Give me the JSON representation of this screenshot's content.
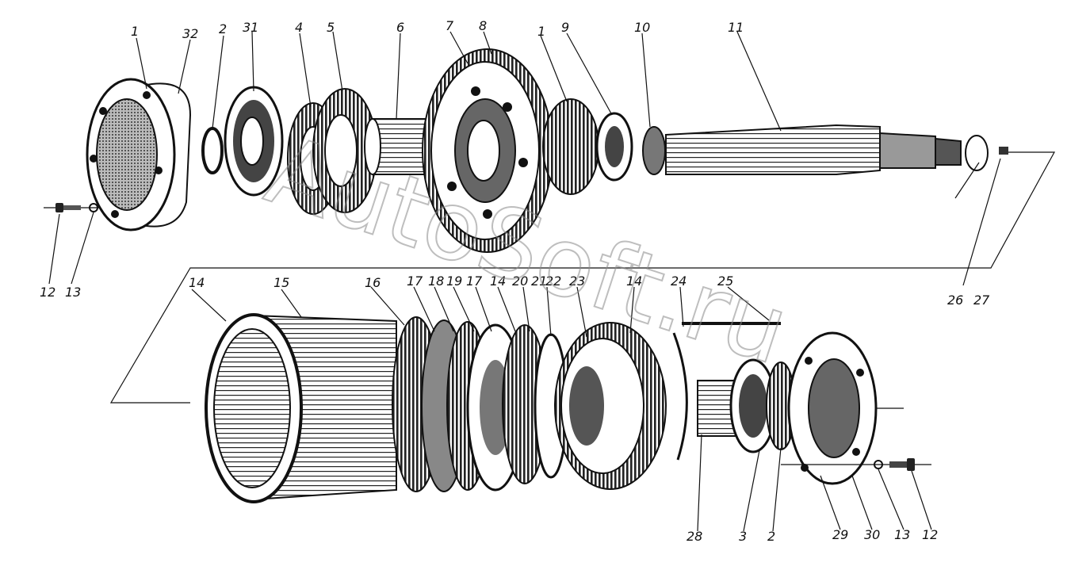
{
  "watermark": "AutoSoft.ru",
  "labels": {
    "l1": "1",
    "l32": "32",
    "l2a": "2",
    "l31": "31",
    "l4": "4",
    "l5": "5",
    "l6": "6",
    "l7": "7",
    "l8": "8",
    "l1b": "1",
    "l9": "9",
    "l10": "10",
    "l11": "11",
    "l12a": "12",
    "l13a": "13",
    "l26a": "26",
    "l27": "27",
    "l14a": "14",
    "l15": "15",
    "l16": "16",
    "l17a": "17",
    "l18": "18",
    "l19": "19",
    "l17b": "17",
    "l14b": "14",
    "l20": "20",
    "l21": "21",
    "l22": "22",
    "l23": "23",
    "l14c": "14",
    "l24": "24",
    "l25": "25",
    "l28": "28",
    "l3": "3",
    "l2b": "2",
    "l29": "29",
    "l30": "30",
    "l13b": "13",
    "l12b": "12"
  }
}
